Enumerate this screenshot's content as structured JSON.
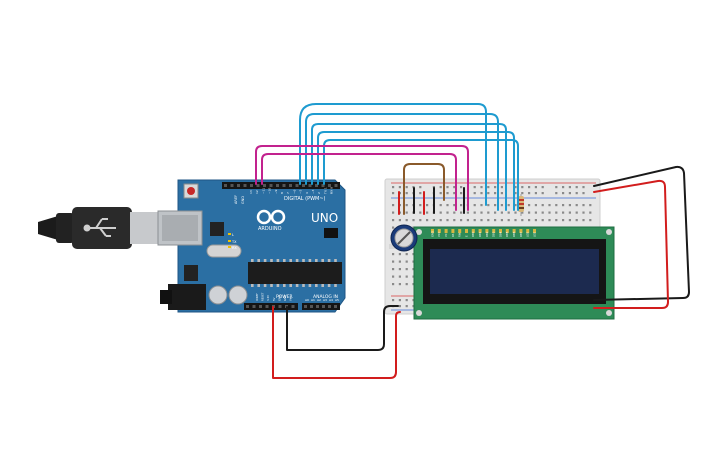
{
  "arduino": {
    "brand": "UNO",
    "logo_text": "ARDUINO",
    "digital_header_label": "DIGITAL (PWM~)",
    "power_header_label": "POWER",
    "analog_header_label": "ANALOG IN",
    "aref_label": "AREF",
    "gnd_label": "GND",
    "tx_label": "TX",
    "rx_label": "RX",
    "l_label": "L",
    "digital_pins": [
      "13",
      "12",
      "~11",
      "~10",
      "~9",
      "8",
      "7",
      "~6",
      "~5",
      "4",
      "~3",
      "2",
      "TX 1",
      "RX 0"
    ],
    "power_pins": [
      "IOREF",
      "RESET",
      "3.3V",
      "5V",
      "GND",
      "GND",
      "Vin"
    ],
    "analog_pins": [
      "A0",
      "A1",
      "A2",
      "A3",
      "A4",
      "A5"
    ]
  },
  "lcd": {
    "pin_labels": [
      "GND",
      "VCC",
      "V0",
      "RS",
      "RW",
      "E",
      "DB0",
      "DB1",
      "DB2",
      "DB3",
      "DB4",
      "DB5",
      "DB6",
      "DB7",
      "LED",
      "LED"
    ]
  },
  "colors": {
    "board": "#2b6fa3",
    "wire_black": "#1a1a1a",
    "wire_red": "#d21d1d",
    "wire_blue": "#1e9bd0",
    "wire_magenta": "#c2228e",
    "wire_brown": "#8a5a2b",
    "lcd_pcb": "#2e8b57",
    "lcd_screen": "#1c2a4f"
  }
}
